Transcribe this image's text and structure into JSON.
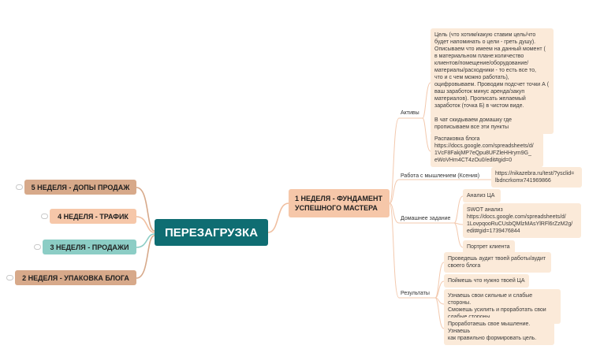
{
  "central": "ПЕРЕЗАГРУЗКА",
  "branches": {
    "week1": "1 НЕДЕЛЯ - ФУНДАМЕНТ УСПЕШНОГО МАСТЕРА",
    "week5": "5 НЕДЕЛЯ - ДОПЫ ПРОДАЖ",
    "week4": "4 НЕДЕЛЯ - ТРАФИК",
    "week3": "3 НЕДЕЛЯ - ПРОДАЖИ",
    "week2": "2 НЕДЕЛЯ - УПАКОВКА БЛОГА"
  },
  "subtopics": {
    "assets": "Активы",
    "mindset": "Работа с мышлением (Ксения)",
    "homework": "Домашнее задание",
    "results": "Результаты"
  },
  "leaves": {
    "assets_goal": "Цель (что хотим/какую ставим цель/что\nбудет напоминать о цели - греть душу).\nОписываем что имеем на данный момент (\nв материальном плане:количество\nклиентов/помещение/оборудование/\nматериалы/расходники - то есть все то,\nчто и с чем можно работать),\nоцифровываем. Проводим подсчет точки А (\nваш заработок минус аренда/закуп\nматериалов). Прописать желаемый\nзаработок (точка Б) в чистом виде.\n\nВ чат скидываем домашку где\nпрописываем все эти пункты",
    "assets_blog": "Распаковка блога\nhttps://docs.google.com/spreadsheets/d/\n1VcF8FakjMP7eQpu8UFZleHHrym9G_\neWoVHm4CT4zOu0/edit#gid=0",
    "mindset_link": "https://nikazebra.ru/test/?ysclid=\nlbdncrkomx741969866",
    "hw_ca": "Анализ ЦА",
    "hw_swot": "SWOT анализ\nhttps://docs.google.com/spreadsheets/d/\n1LovpqooRuCUsbQMlzMAsYlRFl6rZzM2g/\nedit#gid=1739476844",
    "hw_portrait": "Портрет клиента",
    "res_1": "Проведешь аудит твоей работы/аудит\nсвоего блога",
    "res_2": "Поймешь что нужно твоей ЦА",
    "res_3": "Узнаешь свои сильные и слабые стороны.\nСможешь усилить и проработать свои\nслабые стороны",
    "res_4": "Проработаешь свое мышление. Узнаешь\nкак правильно формировать цель."
  },
  "colors": {
    "central": "#0f6d72",
    "week1": "#f6c7a9",
    "week5": "#d7a98a",
    "week4": "#f6c7a9",
    "week3": "#8ccdc5",
    "week2": "#d7a98a",
    "leaf": "#fbead9",
    "connector": "#f0bfa0"
  }
}
